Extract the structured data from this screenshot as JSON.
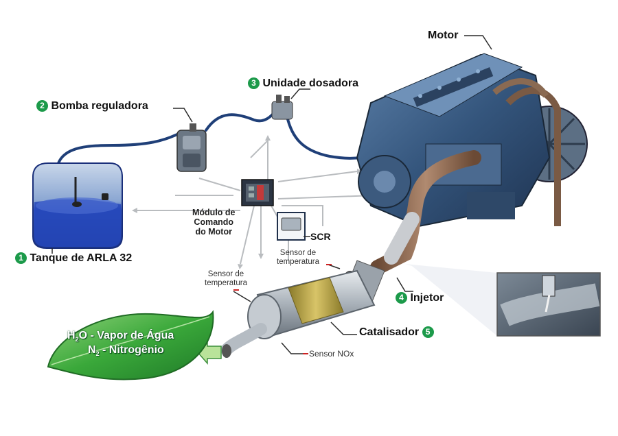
{
  "labels": {
    "motor": "Motor",
    "unidade_num": "3",
    "unidade": "Unidade dosadora",
    "bomba_num": "2",
    "bomba": "Bomba reguladora",
    "modulo_line1": "Módulo de",
    "modulo_line2": "Comando",
    "modulo_line3": "do Motor",
    "scr": "SCR",
    "tanque_num": "1",
    "tanque": "Tanque de ARLA 32",
    "sensor_temp_1_line1": "Sensor de",
    "sensor_temp_1_line2": "temperatura",
    "sensor_temp_2_line1": "Sensor de",
    "sensor_temp_2_line2": "temperatura",
    "injetor_num": "4",
    "injetor": "Injetor",
    "catalisador": "Catalisador",
    "catalisador_num": "5",
    "sensor_nox": "Sensor NOx"
  },
  "leaf": {
    "line1_a": "H",
    "line1_sub": "2",
    "line1_b": "O - Vapor de Água",
    "line2_a": "N",
    "line2_sub": "2",
    "line2_b": " - Nitrogênio"
  },
  "colors": {
    "accent_green": "#1c9a4a",
    "tank_blue": "#2447b8",
    "engine_blue": "#3b5f86",
    "pipe": "#1f3f78",
    "leaf_green": "#3aa83a"
  }
}
